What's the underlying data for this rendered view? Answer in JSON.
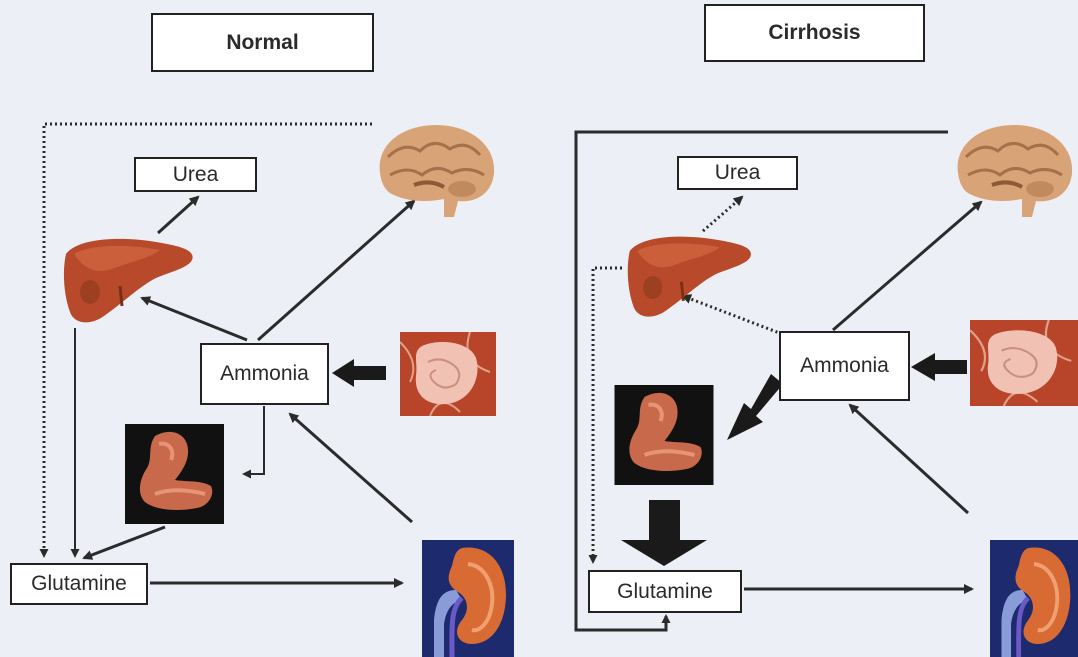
{
  "panels": {
    "normal": {
      "title": "Normal",
      "urea": "Urea",
      "ammonia": "Ammonia",
      "glutamine": "Glutamine"
    },
    "cirrhosis": {
      "title": "Cirrhosis",
      "urea": "Urea",
      "ammonia": "Ammonia",
      "glutamine": "Glutamine"
    }
  },
  "icons": [
    "liver-icon",
    "brain-icon",
    "intestine-icon",
    "muscle-icon",
    "kidney-icon"
  ],
  "colors": {
    "background": "#eceff5",
    "arrow": "#2b2b2b",
    "liver": "#b8492a",
    "brain": "#d7a377",
    "intestine_bg": "#b8442a",
    "muscle_bg": "#111111",
    "kidney_bg": "#1e2a6e"
  }
}
